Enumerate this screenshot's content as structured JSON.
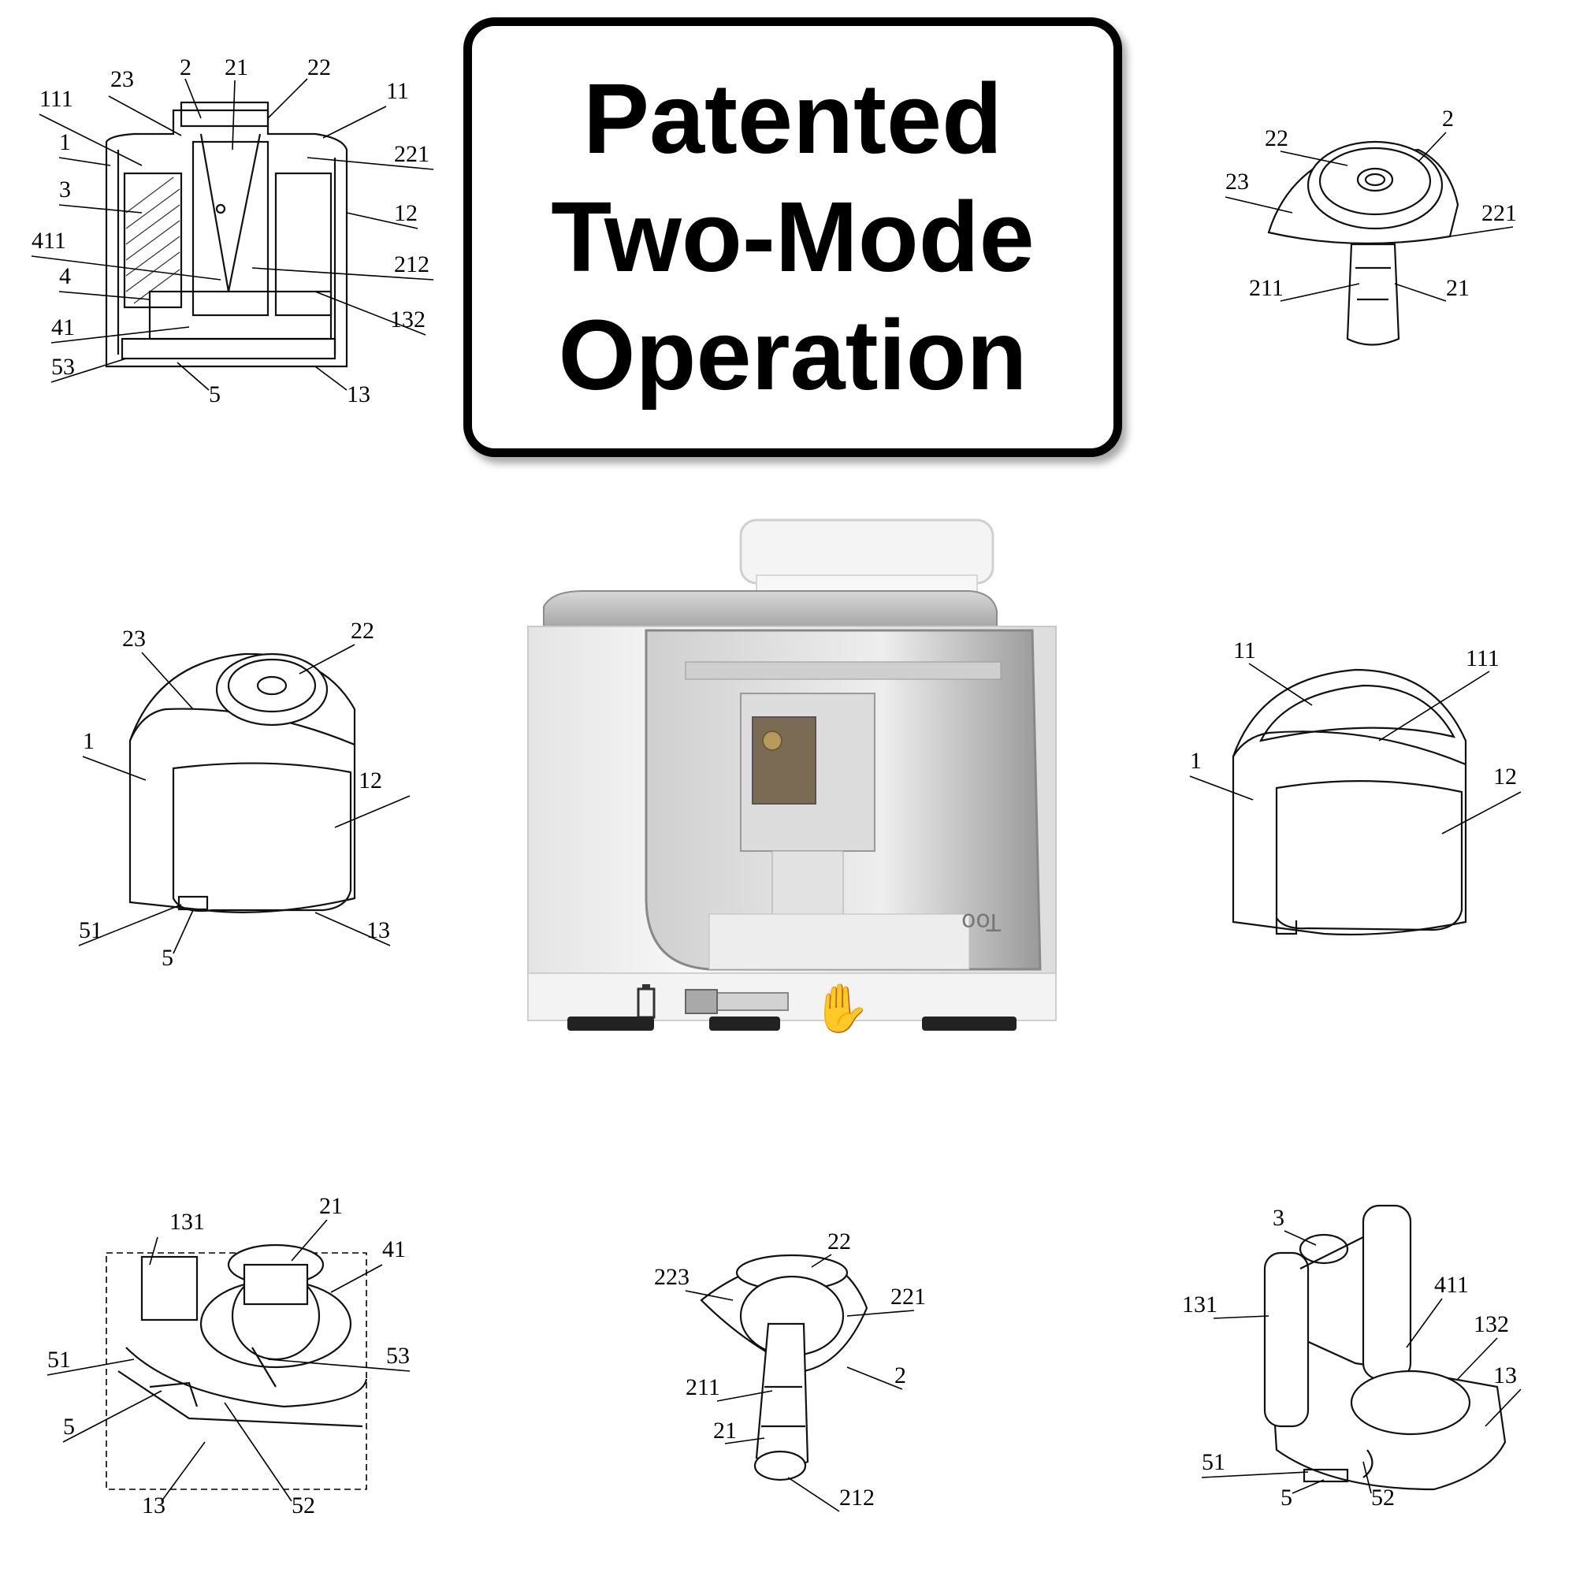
{
  "title": {
    "line1": "Patented",
    "line2": "Two-Mode",
    "line3": "Operation"
  },
  "photo": {
    "brand_text": "Too",
    "icons": [
      "battery-icon",
      "hand-icon"
    ]
  },
  "diagrams": {
    "cross_section": {
      "labels": [
        "23",
        "2",
        "21",
        "22",
        "111",
        "11",
        "1",
        "221",
        "3",
        "12",
        "411",
        "212",
        "4",
        "132",
        "41",
        "53",
        "5",
        "13"
      ]
    },
    "top_assembly": {
      "labels": [
        "22",
        "2",
        "23",
        "221",
        "211",
        "21"
      ]
    },
    "housing_closed": {
      "labels": [
        "23",
        "22",
        "1",
        "12",
        "51",
        "5",
        "13"
      ]
    },
    "housing_open": {
      "labels": [
        "11",
        "111",
        "1",
        "12"
      ]
    },
    "bottom_detail": {
      "labels": [
        "131",
        "21",
        "41",
        "51",
        "53",
        "5",
        "13",
        "52"
      ]
    },
    "blade_assembly": {
      "labels": [
        "22",
        "223",
        "221",
        "211",
        "2",
        "21",
        "212"
      ]
    },
    "base_internal": {
      "labels": [
        "3",
        "131",
        "411",
        "132",
        "13",
        "51",
        "5",
        "52"
      ]
    }
  }
}
